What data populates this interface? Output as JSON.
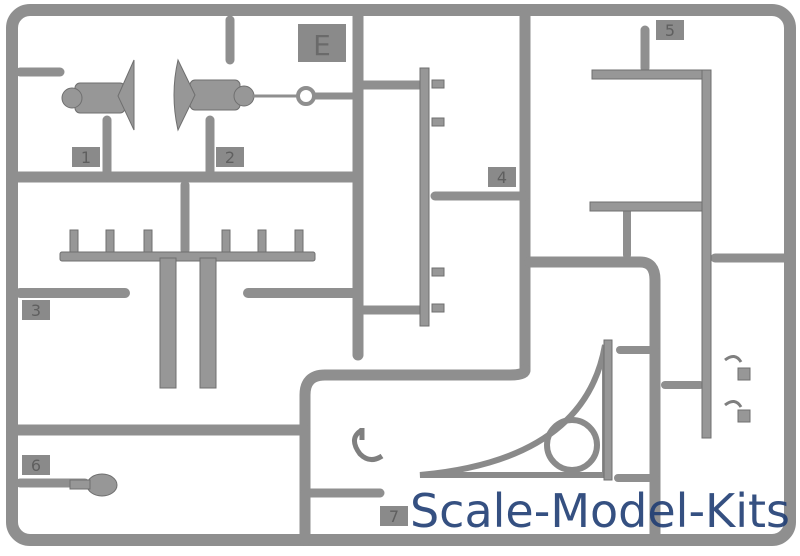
{
  "kit": {
    "sprue_letter": "E",
    "part_numbers": [
      "1",
      "2",
      "3",
      "4",
      "5",
      "6",
      "7"
    ],
    "colors": {
      "plastic": "#979797",
      "edge": "#6f6f6f",
      "watermark": "#1f3d73",
      "background": "#ffffff"
    }
  },
  "watermark": {
    "text": "Scale-Model-Kits"
  }
}
